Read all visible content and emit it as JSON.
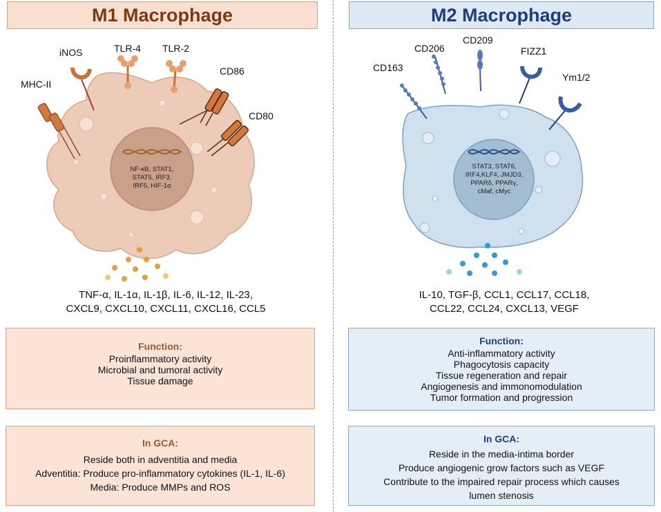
{
  "m1": {
    "title": "M1 Macrophage",
    "receptors": [
      "MHC-II",
      "iNOS",
      "TLR-4",
      "TLR-2",
      "CD86",
      "CD80"
    ],
    "nucleus": [
      "NF-κB, STAT1,",
      "STAT5, IRF3,",
      "IRF5, HIF-1α"
    ],
    "cytokines": [
      "TNF-α, IL-1α, IL-1β, IL-6, IL-12, IL-23,",
      "CXCL9, CXCL10, CXCL11, CXCL16, CCL5"
    ],
    "function": {
      "heading": "Function:",
      "items": [
        "Proinflammatory activity",
        "Microbial and tumoral activity",
        "Tissue damage"
      ]
    },
    "gca": {
      "heading": "In GCA:",
      "items": [
        "Reside both in adventitia and media",
        "Adventitia: Produce pro-inflammatory cytokines (IL-1,  IL-6)",
        "Media: Produce MMPs and ROS"
      ]
    },
    "colors": {
      "cell": "#e9c7b4",
      "accent": "#c87a3c",
      "nucleus": "#cfa08c",
      "vesicle": "#dfa24a"
    }
  },
  "m2": {
    "title": "M2 Macrophage",
    "receptors": [
      "CD163",
      "CD206",
      "CD209",
      "FIZZ1",
      "Ym1/2"
    ],
    "nucleus": [
      "STAT3, STAT6,",
      "IRF4,KLF4, JMJD3,",
      "PPARδ, PPARγ,",
      "cMaf, cMyc"
    ],
    "cytokines": [
      "IL-10, TGF-β, CCL1, CCL17, CCL18,",
      "CCL22, CCL24, CXCL13, VEGF"
    ],
    "function": {
      "heading": "Function:",
      "items": [
        "Anti-inflammatory activity",
        "Phagocytosis capacity",
        "Tissue regeneration and repair",
        "Angiogenesis and immonomodulation",
        "Tumor formation and progression"
      ]
    },
    "gca": {
      "heading": "In GCA:",
      "items": [
        "Reside in the media-intima border",
        "Produce angiogenic grow factors such as VEGF",
        "Contribute to the impaired repair process which causes",
        "lumen stenosis"
      ]
    },
    "colors": {
      "cell": "#cfe0ee",
      "accent": "#3b5aa8",
      "nucleus": "#9fb8cc",
      "vesicle": "#3aa3cf"
    }
  }
}
